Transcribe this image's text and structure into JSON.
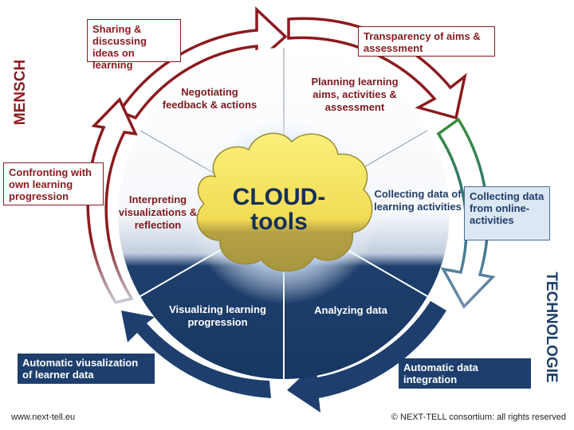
{
  "cloud": {
    "line1": "CLOUD-",
    "line2": "tools"
  },
  "segments": {
    "negotiating": "Negotiating feedback & actions",
    "planning": "Planning learning aims, activities & assessment",
    "collecting": "Collecting data of learning activities",
    "analyzing": "Analyzing data",
    "visualizing": "Visualizing learning progression",
    "interpreting": "Interpreting visualizations & reflection"
  },
  "outer_boxes": {
    "sharing": "Sharing & discussing ideas on learning",
    "transparency": "Transparency of aims & assessment",
    "collecting_online": "Collecting data from online-activities",
    "auto_integration": "Automatic data integration",
    "auto_visualization": "Automatic viusalization of learner data",
    "confronting": "Confronting with own learning progression"
  },
  "side_labels": {
    "left": "MENSCH",
    "right": "TECHNOLOGIE"
  },
  "footer": {
    "left": "www.next-tell.eu",
    "right": "© NEXT-TELL consortium: all rights reserved"
  },
  "colors": {
    "human": "#8b1a1f",
    "tech": "#1e3f6d",
    "green": "#3c8a3c",
    "cloud": "#f7e463"
  }
}
